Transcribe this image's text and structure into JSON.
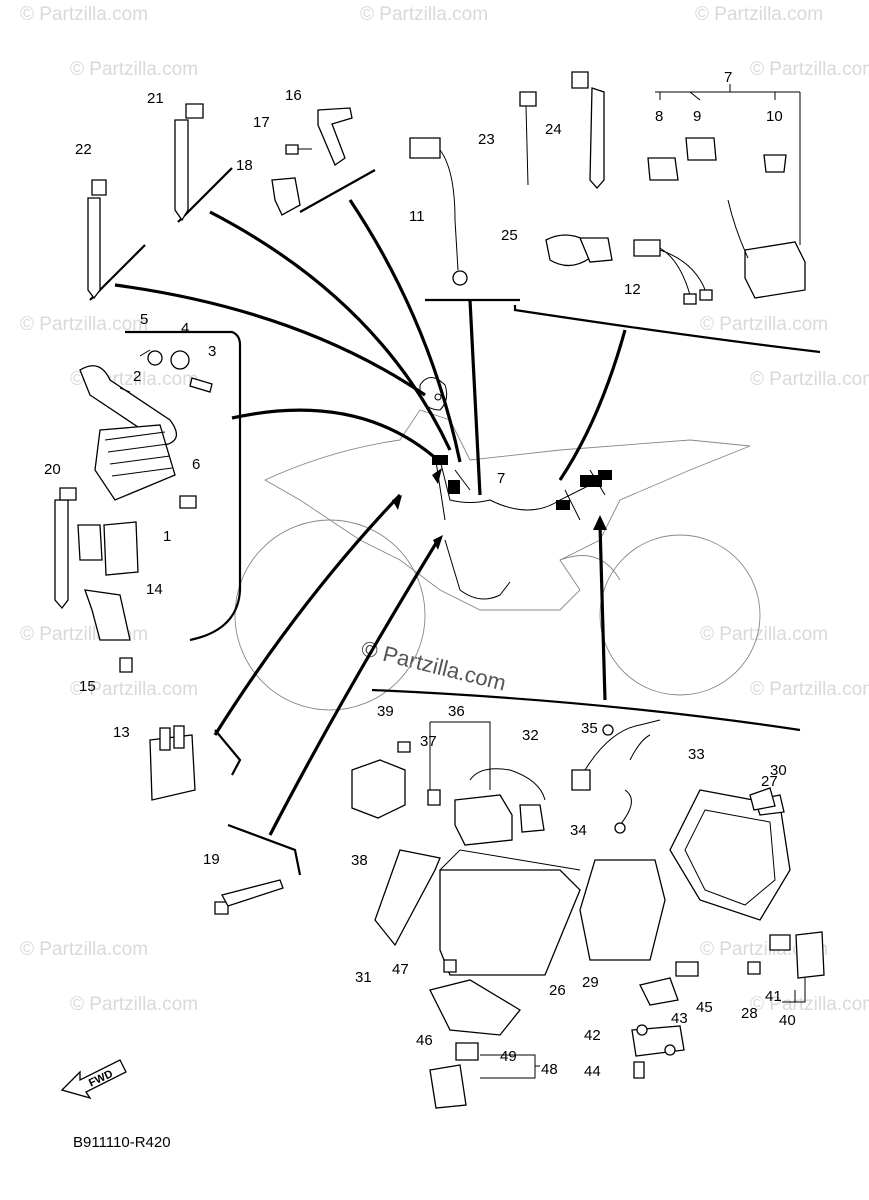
{
  "diagram_code": "B911110-R420",
  "fwd_label": "FWD",
  "watermark_center": "© Partzilla.com",
  "watermark_repeat": "© Partzilla.com",
  "callouts": [
    {
      "id": "c1",
      "label": "1"
    },
    {
      "id": "c2",
      "label": "2"
    },
    {
      "id": "c3",
      "label": "3"
    },
    {
      "id": "c4",
      "label": "4"
    },
    {
      "id": "c5",
      "label": "5"
    },
    {
      "id": "c6",
      "label": "6"
    },
    {
      "id": "c7a",
      "label": "7"
    },
    {
      "id": "c7b",
      "label": "7"
    },
    {
      "id": "c8",
      "label": "8"
    },
    {
      "id": "c9",
      "label": "9"
    },
    {
      "id": "c10",
      "label": "10"
    },
    {
      "id": "c11",
      "label": "11"
    },
    {
      "id": "c12",
      "label": "12"
    },
    {
      "id": "c13",
      "label": "13"
    },
    {
      "id": "c14",
      "label": "14"
    },
    {
      "id": "c15",
      "label": "15"
    },
    {
      "id": "c16",
      "label": "16"
    },
    {
      "id": "c17",
      "label": "17"
    },
    {
      "id": "c18",
      "label": "18"
    },
    {
      "id": "c19",
      "label": "19"
    },
    {
      "id": "c20",
      "label": "20"
    },
    {
      "id": "c21",
      "label": "21"
    },
    {
      "id": "c22",
      "label": "22"
    },
    {
      "id": "c23",
      "label": "23"
    },
    {
      "id": "c24",
      "label": "24"
    },
    {
      "id": "c25",
      "label": "25"
    },
    {
      "id": "c26",
      "label": "26"
    },
    {
      "id": "c27",
      "label": "27"
    },
    {
      "id": "c28",
      "label": "28"
    },
    {
      "id": "c29",
      "label": "29"
    },
    {
      "id": "c30",
      "label": "30"
    },
    {
      "id": "c31",
      "label": "31"
    },
    {
      "id": "c32",
      "label": "32"
    },
    {
      "id": "c33",
      "label": "33"
    },
    {
      "id": "c34",
      "label": "34"
    },
    {
      "id": "c35",
      "label": "35"
    },
    {
      "id": "c36",
      "label": "36"
    },
    {
      "id": "c37",
      "label": "37"
    },
    {
      "id": "c38",
      "label": "38"
    },
    {
      "id": "c39",
      "label": "39"
    },
    {
      "id": "c40",
      "label": "40"
    },
    {
      "id": "c41",
      "label": "41"
    },
    {
      "id": "c42",
      "label": "42"
    },
    {
      "id": "c43",
      "label": "43"
    },
    {
      "id": "c44",
      "label": "44"
    },
    {
      "id": "c45",
      "label": "45"
    },
    {
      "id": "c46",
      "label": "46"
    },
    {
      "id": "c47",
      "label": "47"
    },
    {
      "id": "c48",
      "label": "48"
    },
    {
      "id": "c49",
      "label": "49"
    }
  ]
}
